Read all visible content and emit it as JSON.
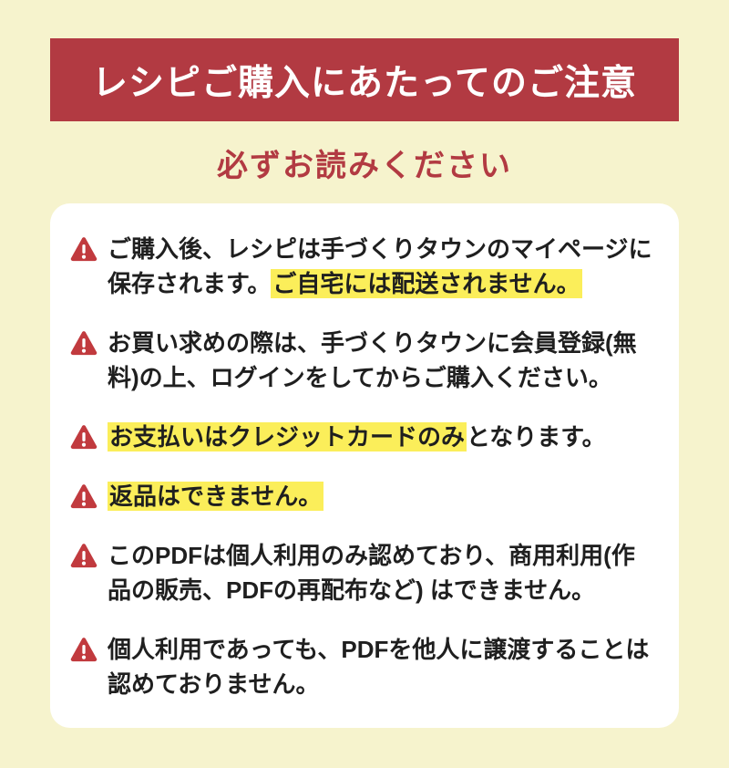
{
  "page": {
    "background_color": "#f6f3cd",
    "banner": {
      "title": "レシピご購入にあたってのご注意",
      "bg_color": "#b23a42",
      "text_color": "#ffffff"
    },
    "subtitle": {
      "text": "必ずお読みください",
      "color": "#b23a42"
    },
    "notice_card": {
      "bg_color": "#ffffff",
      "highlight_color": "#fbee5a",
      "icon_name": "warning-triangle-icon",
      "icon_color": "#c13a3e",
      "items": [
        {
          "segments": [
            {
              "text": "ご購入後、レシピは手づくりタウンのマイページに保存されます。",
              "highlight": false
            },
            {
              "text": "ご自宅には配送されません。",
              "highlight": true
            }
          ]
        },
        {
          "segments": [
            {
              "text": "お買い求めの際は、手づくりタウンに会員登録(無料)の上、ログインをしてからご購入ください。",
              "highlight": false
            }
          ]
        },
        {
          "segments": [
            {
              "text": "お支払いはクレジットカードのみ",
              "highlight": true
            },
            {
              "text": "となります。",
              "highlight": false
            }
          ]
        },
        {
          "segments": [
            {
              "text": "返品はできません。",
              "highlight": true
            }
          ]
        },
        {
          "segments": [
            {
              "text": "このPDFは個人利用のみ認めており、商用利用(作品の販売、PDFの再配布など) はできません。",
              "highlight": false
            }
          ]
        },
        {
          "segments": [
            {
              "text": "個人利用であっても、PDFを他人に譲渡することは認めておりません。",
              "highlight": false
            }
          ]
        }
      ]
    }
  }
}
